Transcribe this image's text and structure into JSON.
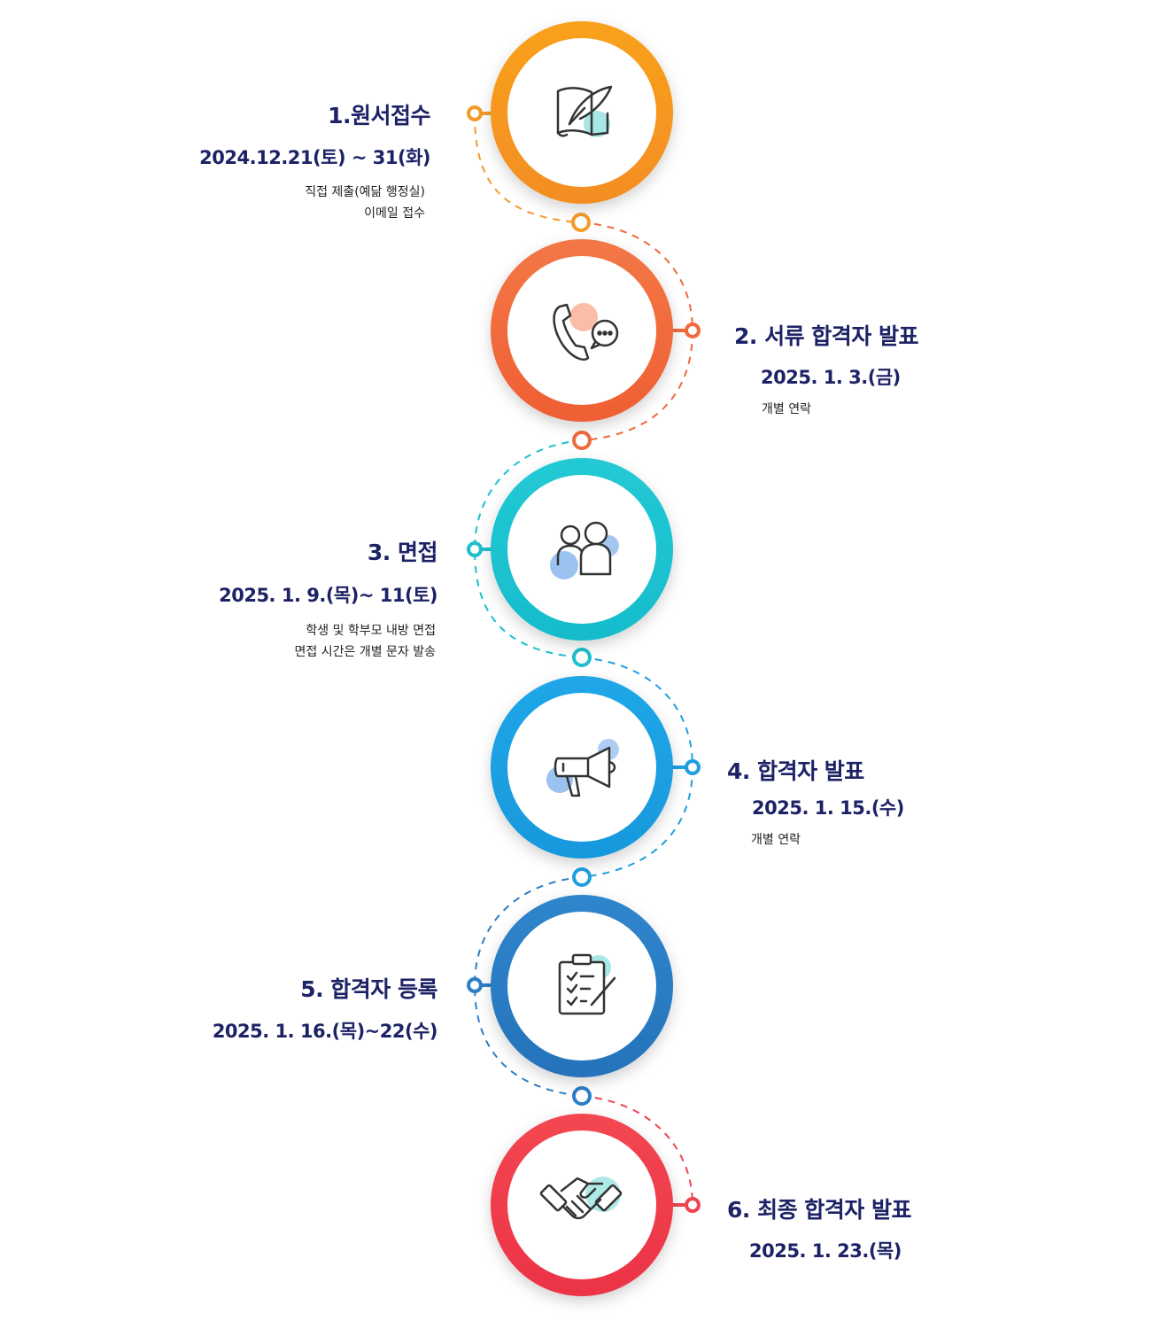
{
  "colors": {
    "text": "#1c2265",
    "step1": "#f7981f",
    "step2": "#f0643a",
    "step3": "#19c0cf",
    "step4": "#1a9fe0",
    "step5": "#2a7dc4",
    "step6": "#ee3d4c"
  },
  "steps": [
    {
      "title": "1.원서접수",
      "date": "2024.12.21(토) ~ 31(화)",
      "desc": [
        "직접 제출(예닮 행정실)",
        "이메일 접수"
      ],
      "icon": "book-quill-icon"
    },
    {
      "title": "2. 서류 합격자 발표",
      "date": "2025. 1. 3.(금)",
      "desc": [
        "개별 연락"
      ],
      "icon": "phone-chat-icon"
    },
    {
      "title": "3. 면접",
      "date": "2025. 1. 9.(목)~ 11(토)",
      "desc": [
        "학생 및 학부모 내방 면접",
        "면접 시간은 개별 문자 발송"
      ],
      "icon": "people-icon"
    },
    {
      "title": "4. 합격자 발표",
      "date": "2025. 1. 15.(수)",
      "desc": [
        "개별 연락"
      ],
      "icon": "megaphone-icon"
    },
    {
      "title": "5. 합격자 등록",
      "date": "2025. 1. 16.(목)~22(수)",
      "desc": [],
      "icon": "clipboard-checklist-icon"
    },
    {
      "title": "6. 최종 합격자 발표",
      "date": "2025. 1. 23.(목)",
      "desc": [],
      "icon": "handshake-icon"
    }
  ]
}
